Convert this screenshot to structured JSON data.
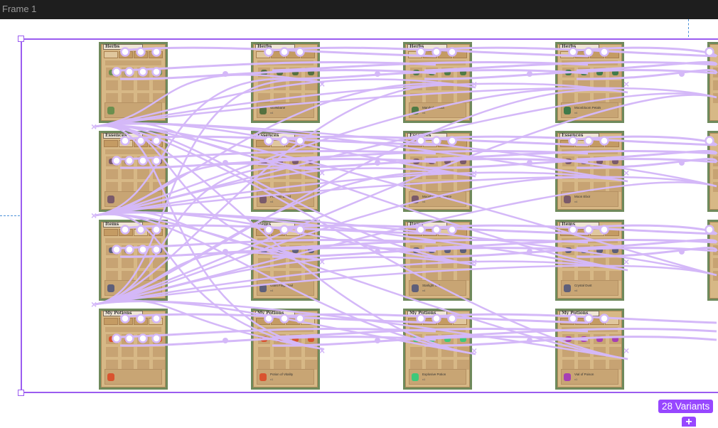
{
  "topbar": {
    "frame_name": "Frame 1"
  },
  "component_set": {
    "variants_label": "28 Variants",
    "add_label": "+"
  },
  "colors": {
    "accent": "#9747ff",
    "link": "#d4b8f8",
    "card_border": "#6f8a5c",
    "card_bg": "#d7b886"
  },
  "rows": [
    {
      "title": "Herbs",
      "cards": [
        {
          "item": "",
          "sub": "",
          "icon": "#6b8f4e"
        },
        {
          "item": "Wolfsbane",
          "sub": "x4",
          "icon": "#55703f"
        },
        {
          "item": "Mandrake Root",
          "sub": "x4",
          "icon": "#4f7a45"
        },
        {
          "item": "Moonbloom Petals",
          "sub": "x4",
          "icon": "#3f7a4a"
        },
        {
          "item": "",
          "sub": "",
          "icon": "#4f7a45"
        }
      ]
    },
    {
      "title": "Essences",
      "cards": [
        {
          "item": "",
          "sub": "",
          "icon": "#7a5a6a"
        },
        {
          "item": "Phoenix Blood",
          "sub": "x4",
          "icon": "#7a5a6a"
        },
        {
          "item": "Moonbeam Essence",
          "sub": "x4",
          "icon": "#7a5a6a"
        },
        {
          "item": "Moon Elixir",
          "sub": "x4",
          "icon": "#7a5a6a"
        },
        {
          "item": "",
          "sub": "",
          "icon": "#7a5a6a"
        }
      ]
    },
    {
      "title": "Items",
      "cards": [
        {
          "item": "",
          "sub": "",
          "icon": "#5e5f7a"
        },
        {
          "item": "Giant Fingernail",
          "sub": "x4",
          "icon": "#5e5f7a"
        },
        {
          "item": "Starlight Ore",
          "sub": "x4",
          "icon": "#5e5f7a"
        },
        {
          "item": "Crystal Dust",
          "sub": "x4",
          "icon": "#5e5f7a"
        },
        {
          "item": "",
          "sub": "",
          "icon": "#5e5f7a"
        }
      ]
    },
    {
      "title": "My Potions",
      "cards": [
        {
          "item": "",
          "sub": "",
          "icon": "#d9532f"
        },
        {
          "item": "Potion of Vitality",
          "sub": "x1",
          "icon": "#d9532f"
        },
        {
          "item": "Explosive Potion",
          "sub": "x1",
          "icon": "#3fc97a"
        },
        {
          "item": "Vial of Poison",
          "sub": "x1",
          "icon": "#a63fb5"
        }
      ]
    }
  ]
}
